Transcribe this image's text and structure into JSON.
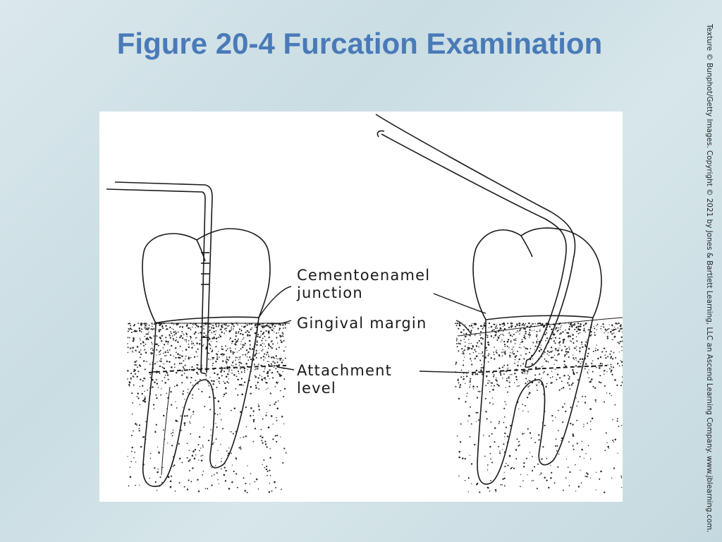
{
  "slide": {
    "title": "Figure 20-4 Furcation Examination",
    "copyright": "Texture © Bunphot/Getty Images. Copyright © 2021 by Jones & Bartlett Learning, LLC an Ascend Learning Company. www.jblearning.com."
  },
  "figure": {
    "labels": {
      "cej_line1": "Cementoenamel",
      "cej_line2": "junction",
      "gingival": "Gingival margin",
      "attach_line1": "Attachment",
      "attach_line2": "level"
    }
  },
  "colors": {
    "title": "#4a7ab8",
    "line_art": "#1a1a1a",
    "background": "#cfe0e5"
  }
}
